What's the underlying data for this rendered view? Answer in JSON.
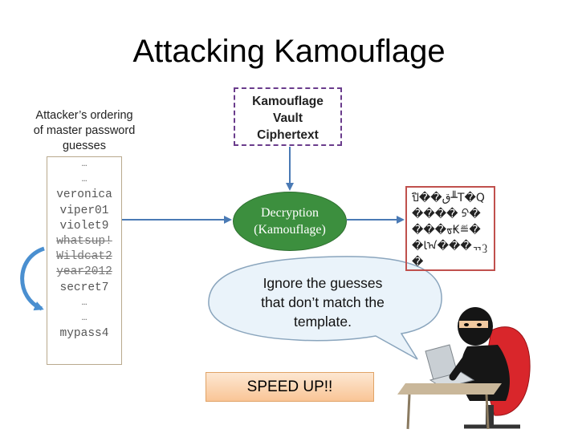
{
  "title": "Attacking Kamouflage",
  "attacker_caption": {
    "line1": "Attacker’s ordering",
    "line2": "of  master password",
    "line3": "guesses"
  },
  "guesses": {
    "dots1": "…",
    "dots2": "…",
    "g1": "veronica",
    "g2": "viper01",
    "g3": "violet9",
    "g4": "whatsup!",
    "g5": "Wildcat2",
    "g6": "year2012",
    "g7": "secret7",
    "dots3": "…",
    "dots4": "…",
    "g8": "mypass4"
  },
  "vault": {
    "line1": "Kamouflage",
    "line2": "Vault",
    "line3": "Ciphertext"
  },
  "decryption": {
    "line1": "Decryption",
    "line2": "(Kamouflage)"
  },
  "ciphertext_garbled": "ปิ��ﻕ╨T�Q���� ᠫ����ᢐ₭≝��ﺎᠠ���ᆩᦡ�",
  "bubble": {
    "line1": "Ignore the guesses",
    "line2": "that don’t match the",
    "line3": "template."
  },
  "speed_button": "SPEED UP!!",
  "colors": {
    "vault_border": "#6a3c8c",
    "decrypt_fill": "#3c8f3e",
    "cipher_border": "#c0504d",
    "arrow": "#4a7ab5",
    "speed_fill": "#f9c596"
  }
}
